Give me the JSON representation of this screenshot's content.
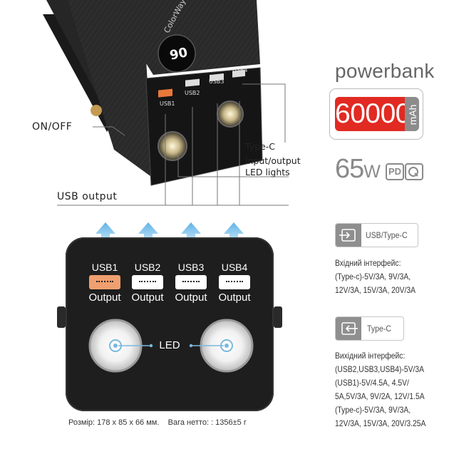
{
  "product": {
    "brand_on_device": "ColorWay",
    "title": "powerbank",
    "capacity": "60000",
    "capacity_unit": "mAh",
    "power": "65",
    "power_unit": "W",
    "pd_badge": "PD"
  },
  "callouts": {
    "on_off": "ON/OFF",
    "usb_output": "USB output",
    "type_c_line1": "Type-C",
    "type_c_line2": "input/output",
    "led_lights": "LED lights"
  },
  "device_top": {
    "ports": [
      {
        "name": "USB1",
        "label": "Output",
        "color": "#f0a070"
      },
      {
        "name": "USB2",
        "label": "Output",
        "color": "#ffffff"
      },
      {
        "name": "USB3",
        "label": "Output",
        "color": "#ffffff"
      },
      {
        "name": "USB4",
        "label": "Output",
        "color": "#ffffff"
      }
    ],
    "led_label": "LED"
  },
  "input_section": {
    "port_label": "USB/Type-C",
    "heading": "Вхідний інтерфейс:",
    "lines": [
      "(Type-c)-5V/3A, 9V/3A,",
      "12V/3A, 15V/3A, 20V/3A"
    ]
  },
  "output_section": {
    "port_label": "Type-C",
    "heading": "Вихідний інтерфейс:",
    "lines": [
      "(USB2,USB3,USB4)-5V/3A",
      "(USB1)-5V/4.5A, 4.5V/",
      "5A,5V/3A, 9V/2A, 12V/1.5A",
      "(Type-c)-5V/3A, 9V/3A,",
      "12V/3A, 15V/3A, 20V/3.25A"
    ]
  },
  "specs": {
    "size": "Розмір: 178 x 85 x 66 мм.",
    "weight": "Вага нетто: : 1356±5 г"
  },
  "colors": {
    "accent_red": "#e12a22",
    "arrow_blue": "#6fb9e6",
    "device_body": "#1e1e1e"
  }
}
